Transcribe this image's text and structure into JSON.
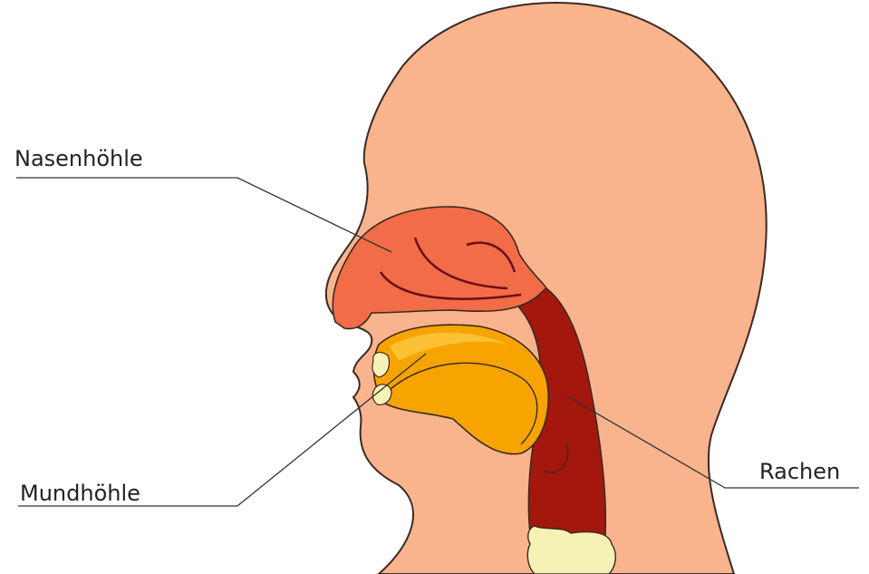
{
  "labels": {
    "nasal_cavity": "Nasenhöhle",
    "oral_cavity": "Mundhöhle",
    "pharynx": "Rachen"
  },
  "colors": {
    "skin": "#f9b38d",
    "skin_outline": "#3a2a22",
    "nasal_cavity": "#f26c47",
    "oral_cavity": "#f8a400",
    "oral_cavity_highlight": "#fbc135",
    "pharynx": "#a3170c",
    "teeth_and_vertebrae": "#f6f2b6",
    "folds": "#6b0f1b",
    "leader_line": "#333333"
  }
}
